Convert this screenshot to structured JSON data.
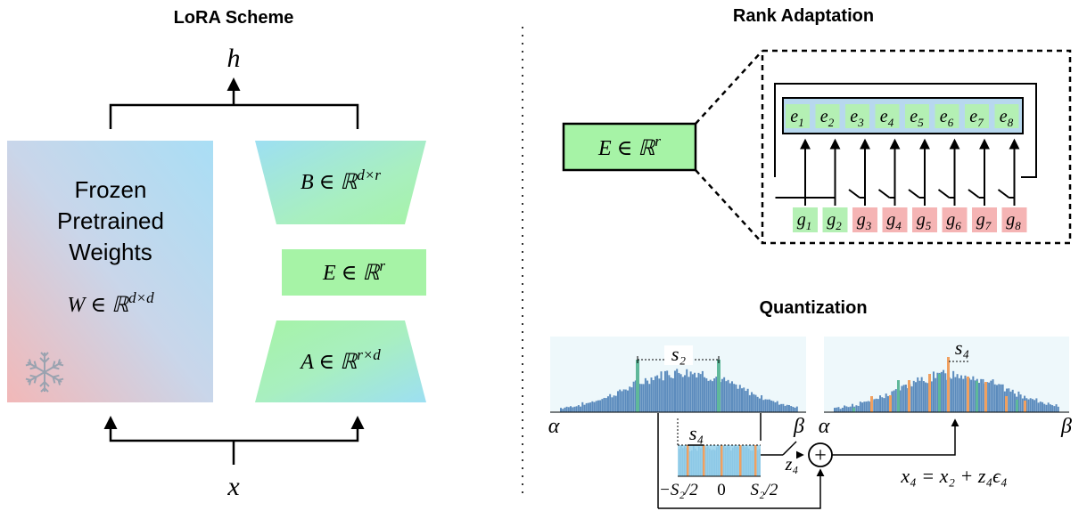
{
  "lora": {
    "title": "LoRA Scheme",
    "output_label": "h",
    "input_label": "x",
    "frozen_line1": "Frozen",
    "frozen_line2": "Pretrained",
    "frozen_line3": "Weights",
    "frozen_formula": "W ∈ ℝ^{d×d}",
    "b_formula": "B ∈ ℝ^{d×r}",
    "e_formula": "E ∈ ℝ^{r}",
    "a_formula": "A ∈ ℝ^{r×d}",
    "snowflake_icon": "snowflake-icon"
  },
  "rank": {
    "title": "Rank Adaptation",
    "e_formula": "E ∈ ℝ^{r}",
    "e_cells": [
      {
        "sym": "e",
        "sub": "1"
      },
      {
        "sym": "e",
        "sub": "2"
      },
      {
        "sym": "e",
        "sub": "3"
      },
      {
        "sym": "e",
        "sub": "4"
      },
      {
        "sym": "e",
        "sub": "5"
      },
      {
        "sym": "e",
        "sub": "6"
      },
      {
        "sym": "e",
        "sub": "7"
      },
      {
        "sym": "e",
        "sub": "8"
      }
    ],
    "gates": [
      {
        "sym": "g",
        "sub": "1",
        "state": "on"
      },
      {
        "sym": "g",
        "sub": "2",
        "state": "on"
      },
      {
        "sym": "g",
        "sub": "3",
        "state": "off"
      },
      {
        "sym": "g",
        "sub": "4",
        "state": "off"
      },
      {
        "sym": "g",
        "sub": "5",
        "state": "off"
      },
      {
        "sym": "g",
        "sub": "6",
        "state": "off"
      },
      {
        "sym": "g",
        "sub": "7",
        "state": "off"
      },
      {
        "sym": "g",
        "sub": "8",
        "state": "off"
      }
    ],
    "colors": {
      "on": "#b4f0b4",
      "off": "#f5b4b4",
      "cells": "#b7d8ee"
    }
  },
  "quant": {
    "title": "Quantization",
    "alpha": "α",
    "beta": "β",
    "s2_label": "s₂",
    "s4_label": "s₄",
    "s4_right_label": "s₄",
    "z4_label": "z₄",
    "plus_symbol": "+",
    "neg_half": "−S₂/2",
    "zero": "0",
    "pos_half": "S₂/2",
    "result_formula": "x₄ = x₂ + z₄ϵ₄",
    "colors": {
      "hist": "#5b8bbd",
      "teal": "#5fb89a",
      "orange": "#f0a060"
    }
  }
}
